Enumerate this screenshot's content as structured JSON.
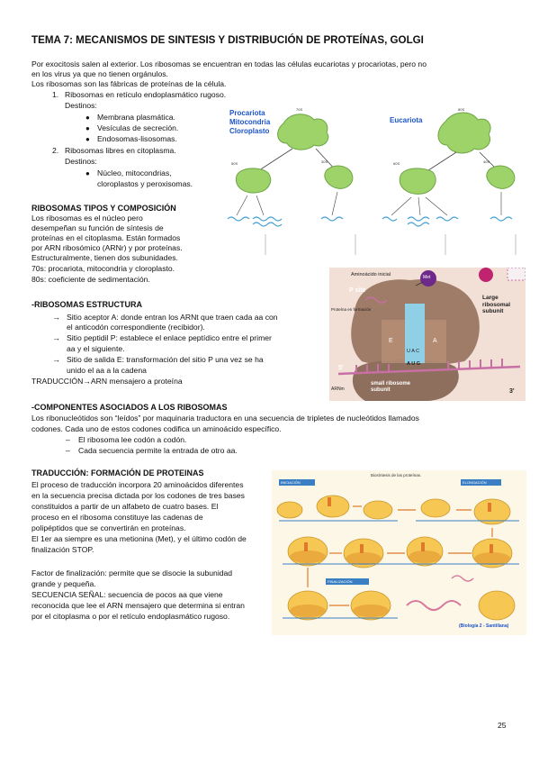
{
  "title": "TEMA 7: MECANISMOS DE SINTESIS Y DISTRIBUCIÓN DE PROTEÍNAS, GOLGI",
  "intro": {
    "line1": "Por exocitosis salen al exterior. Los ribosomas se encuentran en todas las células eucariotas y procariotas, pero no",
    "line2": "en los virus ya que no tienen orgánulos.",
    "line3": "Los ribosomas son las fábricas de proteínas de la célula."
  },
  "list": {
    "item1_num": "1.",
    "item1": "Ribosomas en retículo endoplasmático rugoso.",
    "item1_dest": "Destinos:",
    "item1_bullets": [
      "Membrana plasmática.",
      "Vesículas de secreción.",
      "Endosomas-lisosomas."
    ],
    "item2_num": "2.",
    "item2": "Ribosomas libres en citoplasma.",
    "item2_dest": "Destinos:",
    "item2_bullets_l1": "Núcleo, mitocondrias,",
    "item2_bullets_l2": "cloroplastos y peroxisomas."
  },
  "tipos": {
    "heading": "RIBOSOMAS TIPOS Y COMPOSICIÓN",
    "lines": [
      "Los ribosomas es el núcleo pero",
      "desempeñan su función de síntesis de",
      "proteínas en el citoplasma. Están formados",
      "por ARN ribosómico (ARNr) y por proteínas.",
      "Estructuralmente, tienen dos subunidades.",
      "70s: procariota, mitocondria y cloroplasto.",
      "80s: coeficiente de sedimentación."
    ]
  },
  "estructura": {
    "heading": "-RIBOSOMAS ESTRUCTURA",
    "items": [
      {
        "l1": "Sitio aceptor A: donde entran los ARNt que traen cada aa con",
        "l2": "el anticodón correspondiente (recibidor)."
      },
      {
        "l1": "Sitio peptidil P: establece el enlace peptídico entre el primer",
        "l2": "aa y el siguiente."
      },
      {
        "l1": "Sitio de salida E: transformación del sitio P una vez se ha",
        "l2": "unido el aa a la cadena"
      }
    ],
    "traduccion": "TRADUCCIÓN→ARN mensajero a proteína"
  },
  "componentes": {
    "heading": "-COMPONENTES ASOCIADOS A LOS RIBOSOMAS",
    "l1": "Los ribonucleótidos son “leídos” por maquinaria traductora en una secuencia de tripletes de nucleótidos llamados",
    "l2": "codones. Cada uno de estos codones codifica un aminoácido específico.",
    "items": [
      "El ribosoma lee codón a codón.",
      "Cada secuencia permite la entrada de otro aa."
    ]
  },
  "formacion": {
    "heading": "TRADUCCIÓN: FORMACIÓN DE PROTEINAS",
    "lines": [
      "El proceso de traducción incorpora 20 aminoácidos diferentes",
      "en la secuencia precisa dictada por los codones de tres bases",
      "constituidos a partir de un alfabeto de cuatro bases. El",
      "proceso en el ribosoma constituye las cadenas de",
      "polipéptidos que se convertirán en proteínas.",
      "El 1er aa siempre es una metionina (Met), y el último codón de",
      "finalización STOP.",
      "",
      "Factor de finalización: permite que se disocie la subunidad",
      "grande y pequeña.",
      "SECUENCIA SEÑAL: secuencia de pocos aa que viene",
      "reconocida que lee el ARN mensajero que determina si entran",
      "por el citoplasma o por el retículo endoplasmático rugoso."
    ]
  },
  "page_number": "25",
  "fig1": {
    "procariota": "Procariota",
    "mitocondria": "Mitocondria",
    "cloroplasto": "Cloroplasto",
    "eucariota": "Eucariota",
    "s70": "70S",
    "s80": "80S",
    "s50": "50S",
    "s30": "30S",
    "s60": "60S",
    "s40": "40S"
  },
  "fig2": {
    "aminoacido": "Aminoácido inicial",
    "met": "Met",
    "psite": "P site",
    "large1": "Large",
    "large2": "ribosomal",
    "large3": "subunit",
    "proteina": "Proteína en formación",
    "e": "E",
    "a": "A",
    "uac": "U A C",
    "aug": "A U G",
    "five": "5'",
    "three": "3'",
    "arns": "ARNm",
    "small1": "small ribosome",
    "small2": "subunit"
  },
  "fig3": {
    "title": "Biosíntesis de las proteínas.",
    "iniciacion": "INICIACIÓN",
    "elongacion": "ELONGACIÓN",
    "finalizacion": "FINALIZACIÓN",
    "credit": "(Biología 2 - Santillana)"
  },
  "colors": {
    "green": "#9ed36a",
    "blue_label": "#1c54c8",
    "ribo_brown": "#9e7c67",
    "trna_blue": "#8fd0e6",
    "pink": "#c86fa6",
    "yellow": "#f6c853"
  }
}
